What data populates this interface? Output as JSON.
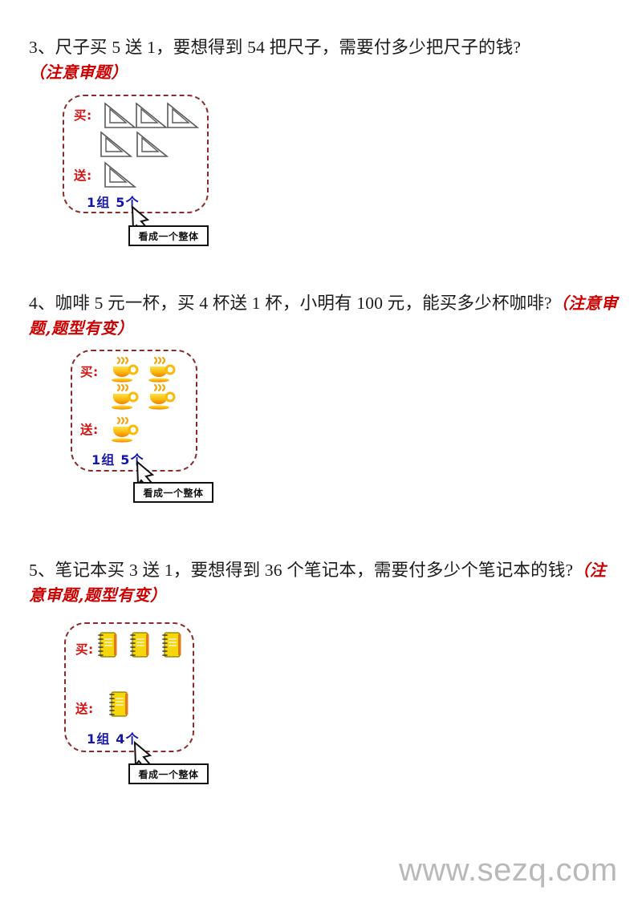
{
  "document": {
    "watermark": "www.sezq.com"
  },
  "questions": [
    {
      "number": "3",
      "text": "3、尺子买 5 送 1，要想得到 54 把尺子，需要付多少把尺子的钱?",
      "note": "（注意审题）",
      "diagram": {
        "buy_label": "买:",
        "free_label": "送:",
        "count_label": "1组 5个",
        "callout": "看成一个整体",
        "item_type": "triangle-ruler",
        "buy_count": 5,
        "free_count": 1
      }
    },
    {
      "number": "4",
      "text": "4、咖啡 5 元一杯，买 4 杯送 1 杯，小明有 100 元，能买多少杯咖啡?",
      "note": "（注意审题,题型有变）",
      "diagram": {
        "buy_label": "买:",
        "free_label": "送:",
        "count_label": "1组 5个",
        "callout": "看成一个整体",
        "item_type": "coffee-cup",
        "buy_count": 4,
        "free_count": 1
      }
    },
    {
      "number": "5",
      "text": "5、笔记本买 3 送 1，要想得到 36 个笔记本，需要付多少个笔记本的钱?",
      "note": "（注意审题,题型有变）",
      "diagram": {
        "buy_label": "买:",
        "free_label": "送:",
        "count_label": "1组 4个",
        "callout": "看成一个整体",
        "item_type": "notebook",
        "buy_count": 3,
        "free_count": 1
      }
    }
  ],
  "colors": {
    "note_red": "#cc0000",
    "label_red": "#d41212",
    "count_blue": "#1515a8",
    "box_border": "#8b2b2b",
    "watermark_gray": "#b9b9b9"
  }
}
